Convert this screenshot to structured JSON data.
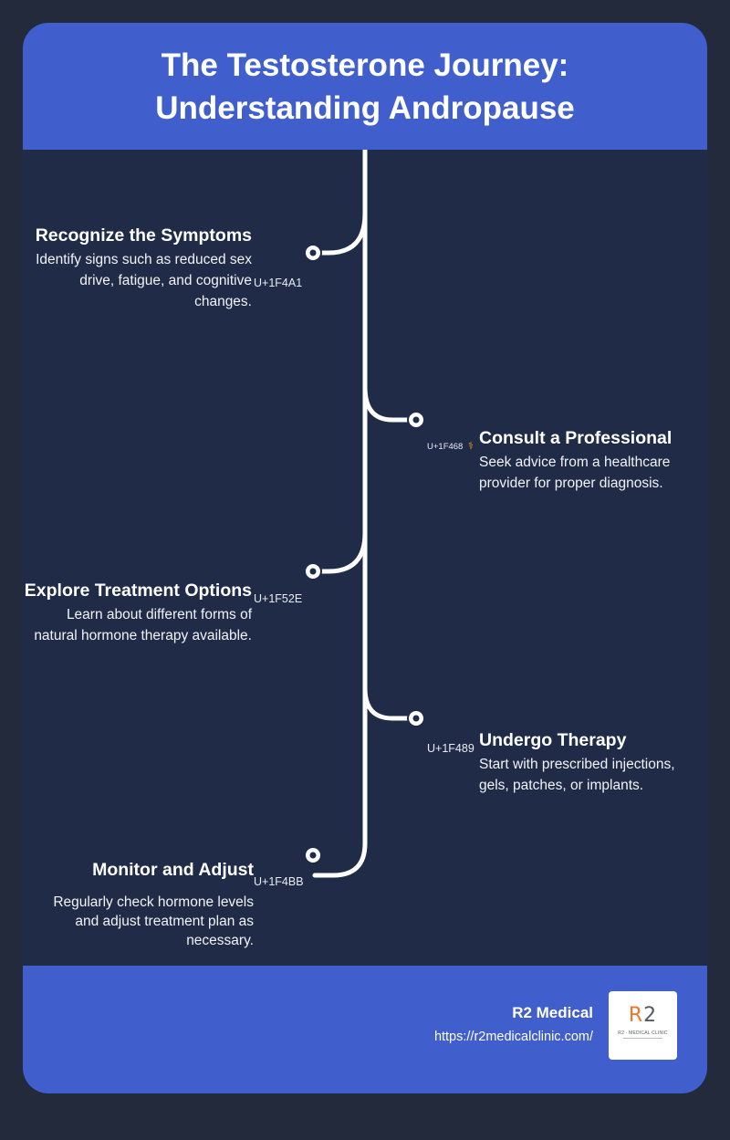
{
  "title": "The Testosterone Journey: Understanding Andropause",
  "colors": {
    "page_background": "#232a3c",
    "panel_background": "#202b47",
    "accent_blue": "#405fcd",
    "timeline_line": "#ffffff",
    "logo_orange": "#e8782a"
  },
  "steps": [
    {
      "title": "Recognize the Symptoms",
      "description": "Identify signs such as reduced sex drive, fatigue, and cognitive changes.",
      "icon_text": "U+1F4A1",
      "icon": "lightbulb-icon",
      "side": "left"
    },
    {
      "title": "Consult a Professional",
      "description": "Seek advice from a healthcare provider for proper diagnosis.",
      "icon_text": "U+1F468 ⚕",
      "icon": "health-worker-icon",
      "side": "right"
    },
    {
      "title": "Explore Treatment Options",
      "description": "Learn about different forms of natural hormone therapy available.",
      "icon_text": "U+1F52E",
      "icon": "crystal-ball-icon",
      "side": "left"
    },
    {
      "title": "Undergo Therapy",
      "description": "Start with prescribed injections, gels, patches, or implants.",
      "icon_text": "U+1F489",
      "icon": "syringe-icon",
      "side": "right"
    },
    {
      "title": "Monitor and Adjust",
      "description": "Regularly check hormone levels and adjust treatment plan as necessary.",
      "icon_text": "U+1F4BB",
      "icon": "laptop-icon",
      "side": "left"
    }
  ],
  "footer": {
    "brand": "R2 Medical",
    "url": "https://r2medicalclinic.com/",
    "logo_mark": "R2",
    "logo_caption": "R2 · MEDICAL CLINIC"
  }
}
